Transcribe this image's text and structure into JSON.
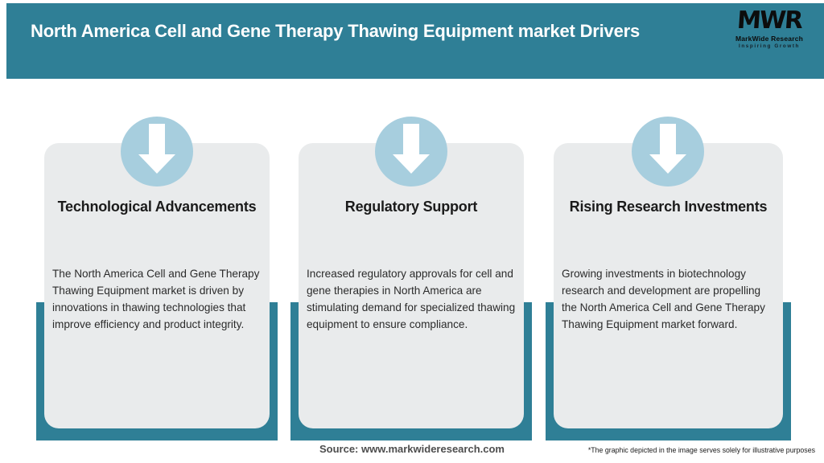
{
  "header": {
    "title": "North America Cell and Gene Therapy Thawing Equipment market Drivers",
    "logo": {
      "acronym": "MWR",
      "name": "MarkWide Research",
      "tagline": "Inspiring Growth"
    }
  },
  "cards": [
    {
      "title": "Technological Advancements",
      "body": "The North America Cell and Gene Therapy Thawing Equipment market is driven by innovations in thawing technologies that improve efficiency and product integrity."
    },
    {
      "title": "Regulatory Support",
      "body": "Increased regulatory approvals for cell and gene therapies in North America are stimulating demand for specialized thawing equipment to ensure compliance."
    },
    {
      "title": "Rising Research Investments",
      "body": "Growing investments in biotechnology research and development are propelling the North America Cell and Gene Therapy Thawing Equipment market forward."
    }
  ],
  "footer": {
    "source": "Source: www.markwideresearch.com",
    "disclaimer": "*The graphic depicted in the image serves solely for illustrative purposes"
  },
  "colors": {
    "header_teal": "#2f7f96",
    "accent_teal": "#2f7f96",
    "arrow_circle_blue": "#a7cede",
    "card_bg": "#e9ebec",
    "title_text": "#1b1b1b",
    "body_text": "#2b2b2b",
    "header_text": "#ffffff"
  }
}
